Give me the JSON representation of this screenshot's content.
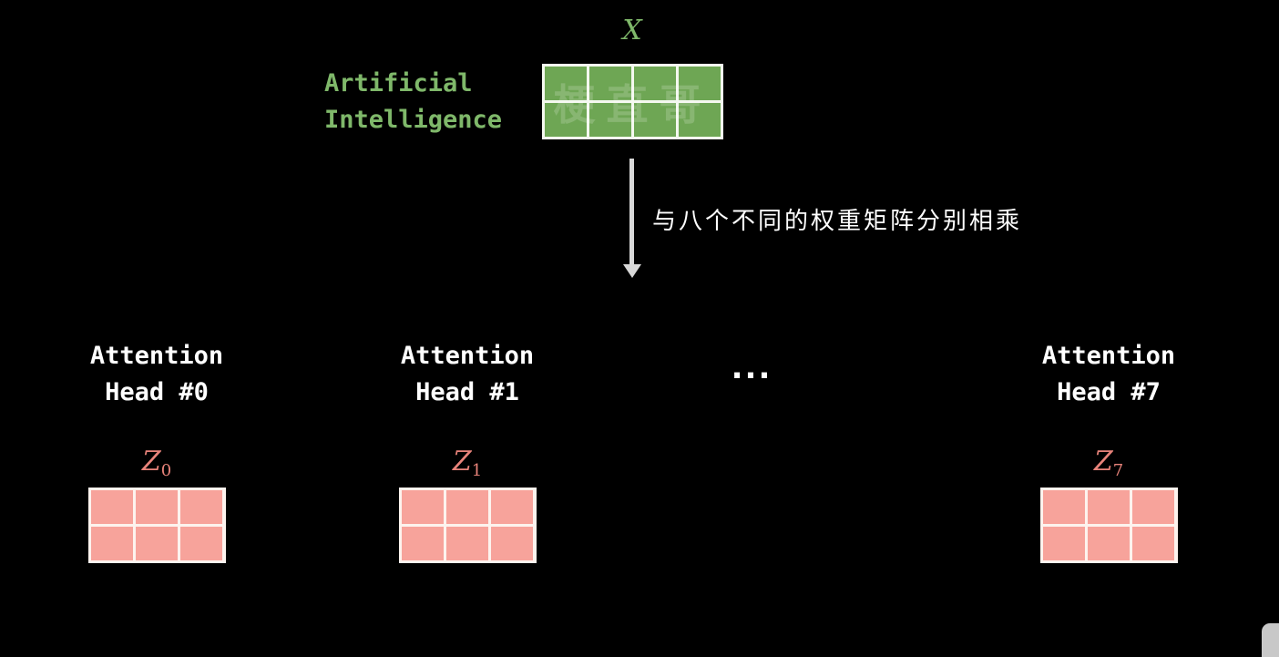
{
  "input": {
    "matrix_label": "X",
    "token_lines": [
      "Artificial",
      "Intelligence"
    ],
    "matrix": {
      "rows": 2,
      "cols": 4,
      "fill_color": "#6ea654",
      "border_color": "#f4f8ef"
    },
    "watermark": "梗直哥",
    "text_color": "#7fb86a"
  },
  "arrow": {
    "caption": "与八个不同的权重矩阵分别相乘",
    "color": "#d8d8d8"
  },
  "heads": [
    {
      "title_line1": "Attention",
      "title_line2": "Head #0",
      "z_symbol": "Z",
      "z_subscript": "0"
    },
    {
      "title_line1": "Attention",
      "title_line2": "Head #1",
      "z_symbol": "Z",
      "z_subscript": "1"
    },
    {
      "title_line1": "Attention",
      "title_line2": "Head #7",
      "z_symbol": "Z",
      "z_subscript": "7"
    }
  ],
  "head_matrix": {
    "rows": 2,
    "cols": 3,
    "fill_color": "#f7a39b",
    "border_color": "#fdf3ee"
  },
  "ellipsis": "...",
  "colors": {
    "background": "#000000",
    "z_label": "#e8837a",
    "head_title": "#ffffff"
  }
}
